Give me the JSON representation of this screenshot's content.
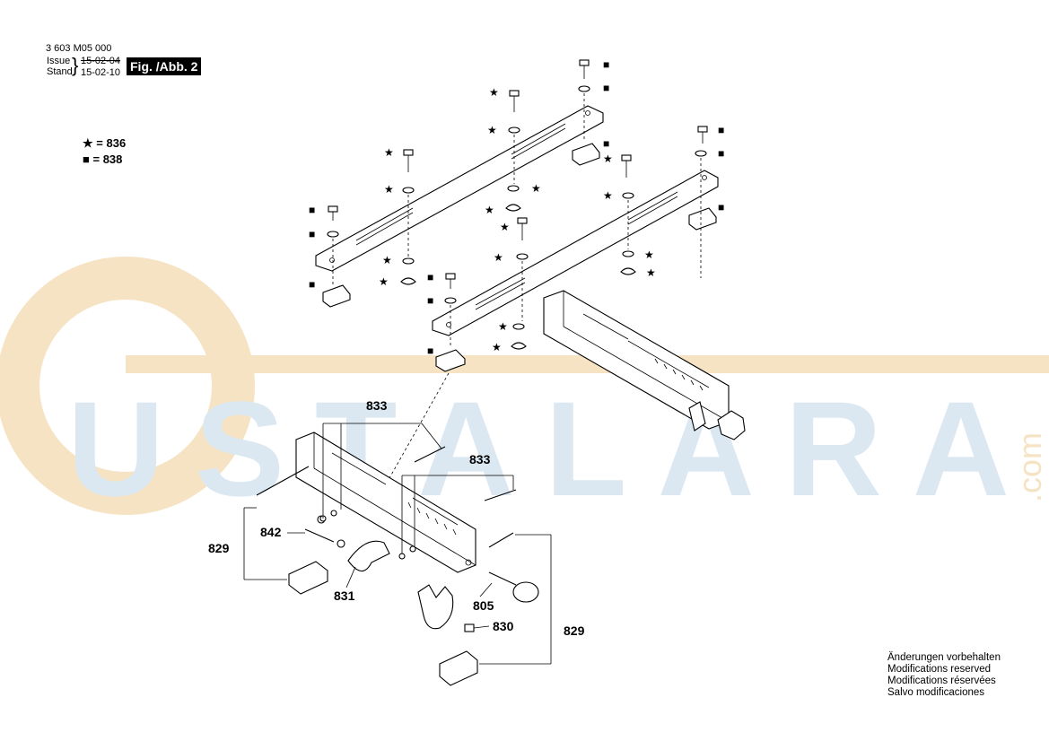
{
  "header": {
    "part_number": "3 603 M05 000",
    "issue_label": "Issue",
    "stand_label": "Stand",
    "issue_date_old": "15-02-04",
    "issue_date_new": "15-02-10",
    "figure_label": "Fig. /Abb. 2"
  },
  "legend": [
    {
      "symbol": "★",
      "text": "= 836",
      "icon": "star-icon"
    },
    {
      "symbol": "■",
      "text": "= 838",
      "icon": "square-icon"
    }
  ],
  "callouts": {
    "c833a": "833",
    "c833b": "833",
    "c842": "842",
    "c829a": "829",
    "c831": "831",
    "c805": "805",
    "c830": "830",
    "c829b": "829"
  },
  "watermark": {
    "text": "USTALARA",
    "suffix": ".com",
    "colors": {
      "ring": "#f5e3c4",
      "letters": "#dbe8f2"
    }
  },
  "notes": [
    "Änderungen vorbehalten",
    "Modifications reserved",
    "Modifications réservées",
    "Salvo modificaciones"
  ]
}
